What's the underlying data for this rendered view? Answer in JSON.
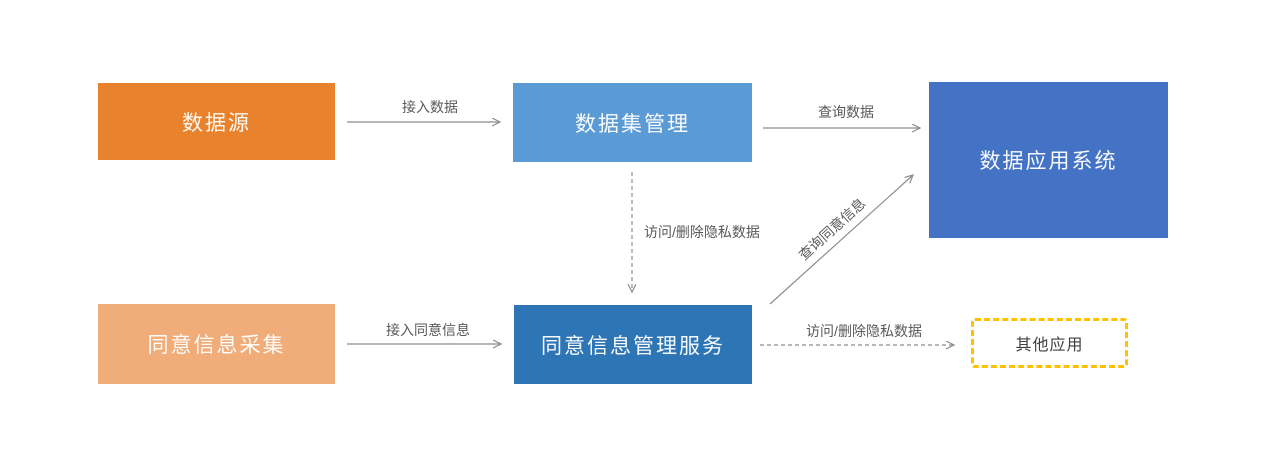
{
  "diagram": {
    "title": "",
    "background_color": "#ffffff",
    "edge_line_color": "#8C8C8C",
    "edge_label_color": "#595959",
    "nodes": [
      {
        "id": "data-source",
        "label": "数据源",
        "fill": "#E8822C",
        "text_color": "#ffffff",
        "shape": "rect-solid"
      },
      {
        "id": "dataset-management",
        "label": "数据集管理",
        "fill": "#5B9BD5",
        "text_color": "#ffffff",
        "shape": "rect-solid"
      },
      {
        "id": "data-application-system",
        "label": "数据应用系统",
        "fill": "#4472C4",
        "text_color": "#ffffff",
        "shape": "rect-solid"
      },
      {
        "id": "consent-collection",
        "label": "同意信息采集",
        "fill": "#F0AC79",
        "text_color": "#ffffff",
        "shape": "rect-solid"
      },
      {
        "id": "consent-mgmt-service",
        "label": "同意信息管理服务",
        "fill": "#2E75B6",
        "text_color": "#ffffff",
        "shape": "rect-solid"
      },
      {
        "id": "other-applications",
        "label": "其他应用",
        "fill": "#ffffff",
        "border_color": "#FFC000",
        "text_color": "#404040",
        "shape": "rect-dashed-border"
      }
    ],
    "edges": [
      {
        "from": "数据源",
        "to": "数据集管理",
        "label": "接入数据",
        "style": "solid",
        "direction": "right"
      },
      {
        "from": "数据集管理",
        "to": "数据应用系统",
        "label": "查询数据",
        "style": "solid",
        "direction": "right"
      },
      {
        "from": "数据集管理",
        "to": "同意信息管理服务",
        "label": "访问/删除隐私数据",
        "style": "dashed",
        "direction": "down"
      },
      {
        "from": "同意信息采集",
        "to": "同意信息管理服务",
        "label": "接入同意信息",
        "style": "solid",
        "direction": "right"
      },
      {
        "from": "同意信息管理服务",
        "to": "数据应用系统",
        "label": "查询同意信息",
        "style": "solid",
        "direction": "up-right-diagonal"
      },
      {
        "from": "同意信息管理服务",
        "to": "其他应用",
        "label": "访问/删除隐私数据",
        "style": "dashed",
        "direction": "right"
      }
    ]
  }
}
